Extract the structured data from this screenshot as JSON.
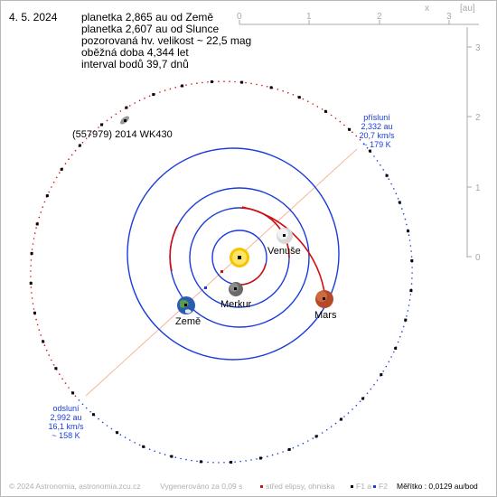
{
  "header": {
    "date": "4. 5. 2024",
    "lines": [
      "planetka 2,865 au od Země",
      "planetka 2,607 au od Slunce",
      "pozorovaná hv. velikost ~ 22,5 mag",
      "oběžná doba 4,344 let",
      "interval bodů 39,7 dnů"
    ]
  },
  "axes": {
    "x_ticks": [
      "0",
      "1",
      "2",
      "3"
    ],
    "x_label": "x",
    "y_ticks": [
      "3",
      "2",
      "1",
      "0"
    ],
    "unit": "[au]"
  },
  "asteroid": {
    "name": "(557979) 2014 WK430"
  },
  "perihelion": {
    "title": "přísluní",
    "distance": "2,332 au",
    "speed": "20,7 km/s",
    "temp": "~ 179 K"
  },
  "aphelion": {
    "title": "odsluní",
    "distance": "2,992 au",
    "speed": "16,1 km/s",
    "temp": "~ 158 K"
  },
  "planets": {
    "sun": "",
    "mercury": "Merkur",
    "venus": "Venuše",
    "earth": "Země",
    "mars": "Mars"
  },
  "footer": {
    "copyright": "© 2024 Astronomia, astronomia.zcu.cz",
    "generated": "Vygenerováno za 0,09 s",
    "legend_center": "střed elipsy, ohniska",
    "legend_f1": "F1 a",
    "legend_f2": "F2",
    "scale": "Měřítko : 0,0129 au/bod"
  },
  "colors": {
    "orbit_blue": "#1a3cdc",
    "orbit_red": "#d01010",
    "apsis_line": "#f0b090",
    "axis_gray": "#a8a8a8"
  }
}
